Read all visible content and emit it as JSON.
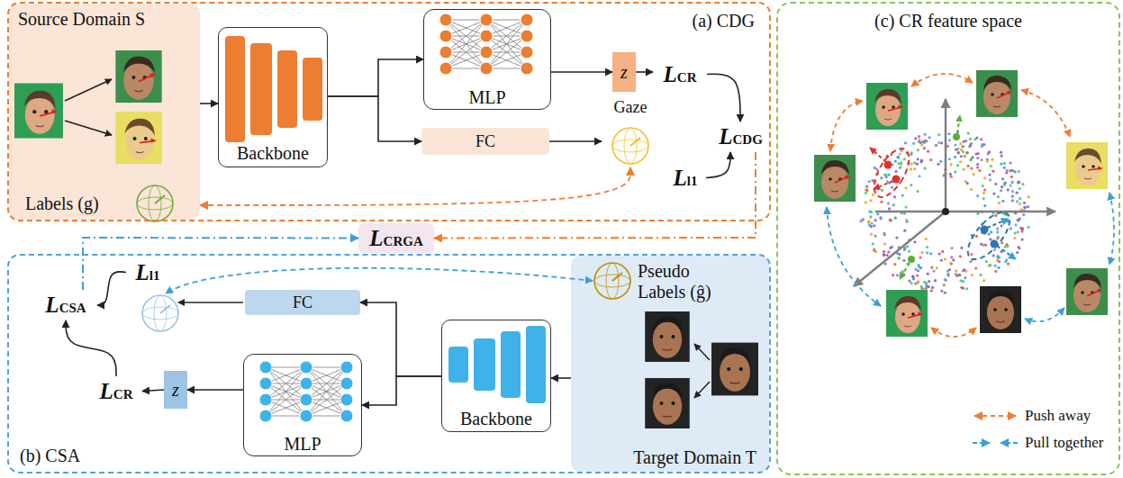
{
  "diagram": {
    "nodes": [
      {
        "text": [
          "(a) CDG"
        ]
      },
      {
        "text": [
          "Source Domain S",
          "Labels (g)"
        ],
        "in": 0
      },
      {
        "text": [
          "Backbone"
        ],
        "in": 0
      },
      {
        "text": [
          "MLP"
        ],
        "in": 0
      },
      {
        "text": [
          "z"
        ],
        "in": 0
      },
      {
        "text": [
          "LCR"
        ],
        "in": 0
      },
      {
        "text": [
          "FC"
        ],
        "in": 0
      },
      {
        "text": [
          "Gaze"
        ],
        "in": 0
      },
      {
        "text": [
          "LCDG"
        ],
        "in": 0
      },
      {
        "text": [
          "Ll1"
        ],
        "in": 0
      },
      {
        "text": [
          "LCRGA"
        ]
      },
      {
        "text": [
          "(b) CSA"
        ]
      },
      {
        "text": [
          "Ll1"
        ],
        "in": 11
      },
      {
        "text": [
          "LCSA"
        ],
        "in": 11
      },
      {
        "text": [
          "FC"
        ],
        "in": 11
      },
      {
        "text": [
          "Pseudo Labels (ĝ)",
          "Target Domain T"
        ],
        "in": 11
      },
      {
        "text": [
          "LCR"
        ],
        "in": 11
      },
      {
        "text": [
          "z"
        ],
        "in": 11
      },
      {
        "text": [
          "MLP"
        ],
        "in": 11
      },
      {
        "text": [
          "Backbone"
        ],
        "in": 11
      },
      {
        "text": [
          "(c) CR feature space"
        ]
      }
    ],
    "edges": [
      {
        "from": 1,
        "to": 2,
        "arrow": "to"
      },
      {
        "from": 2,
        "to": 3,
        "arrow": "to"
      },
      {
        "from": 2,
        "to": 6,
        "arrow": "to"
      },
      {
        "from": 3,
        "to": 4,
        "arrow": "to"
      },
      {
        "from": 4,
        "to": 5,
        "arrow": "to"
      },
      {
        "from": 6,
        "to": 7,
        "arrow": "to"
      },
      {
        "from": 5,
        "to": 8,
        "arrow": "to"
      },
      {
        "from": 9,
        "to": 8,
        "arrow": "to"
      },
      {
        "from": 7,
        "to": 1,
        "arrow": "both"
      },
      {
        "from": 8,
        "to": 10,
        "arrow": "to"
      },
      {
        "from": 15,
        "to": 19,
        "arrow": "to"
      },
      {
        "from": 19,
        "to": 14,
        "arrow": "to"
      },
      {
        "from": 19,
        "to": 18,
        "arrow": "to"
      },
      {
        "from": 18,
        "to": 17,
        "arrow": "to"
      },
      {
        "from": 17,
        "to": 16,
        "arrow": "to"
      },
      {
        "from": 16,
        "to": 13,
        "arrow": "to"
      },
      {
        "from": 12,
        "to": 13,
        "arrow": "to"
      },
      {
        "from": 13,
        "to": 10,
        "arrow": "to"
      }
    ],
    "legend": [
      {
        "text": "Push away"
      },
      {
        "text": "Pull together"
      }
    ]
  }
}
